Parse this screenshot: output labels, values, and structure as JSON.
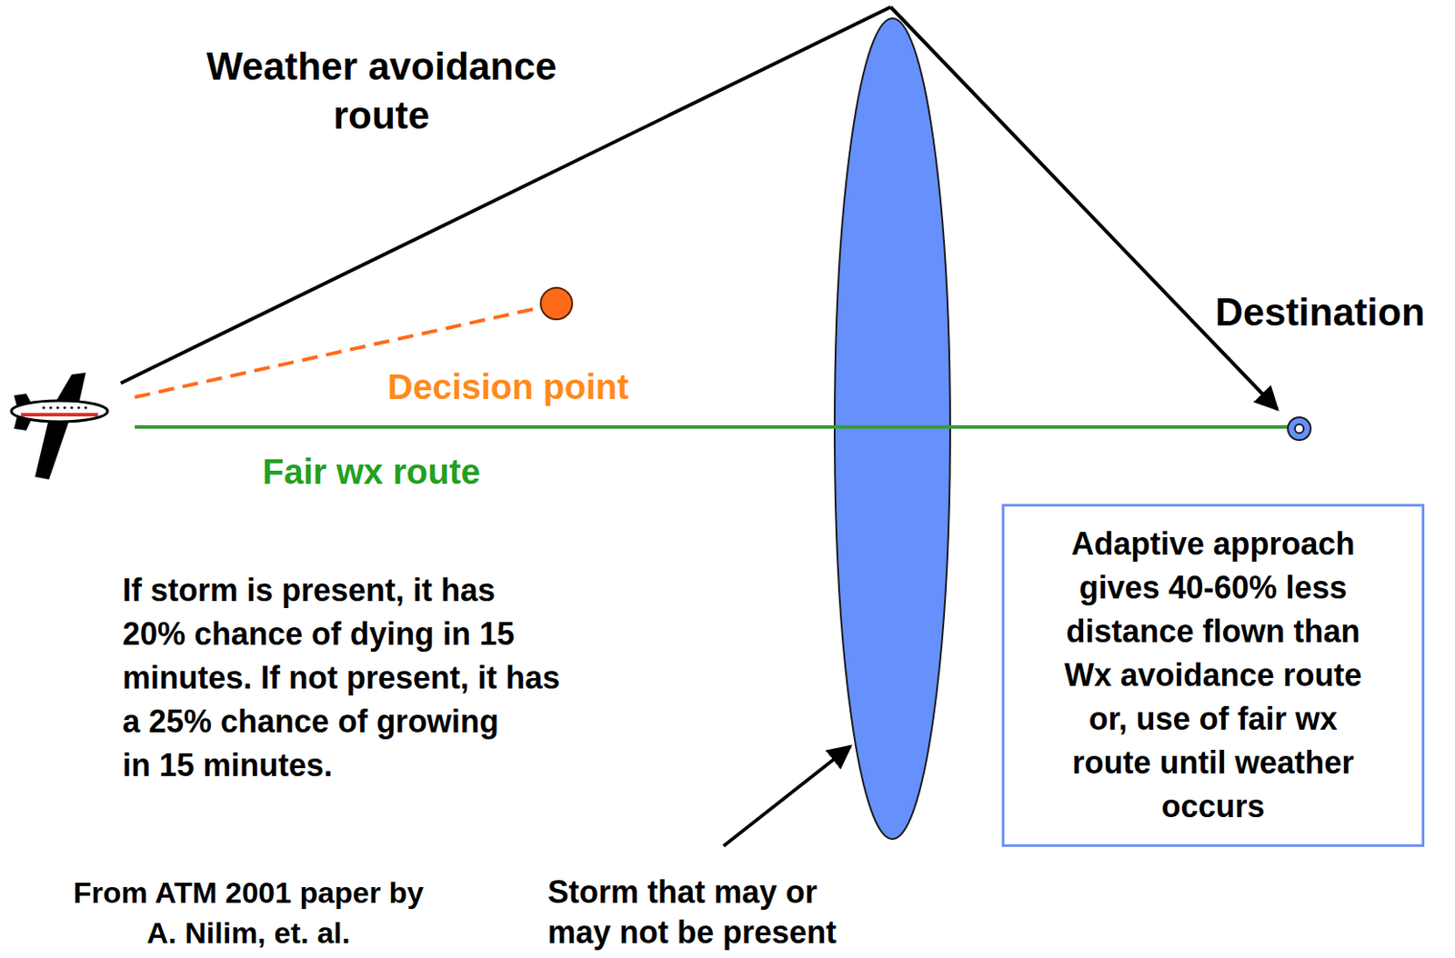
{
  "diagram": {
    "nodes": [
      {
        "text": [
          "Adaptive approach gives 40-60% less distance flown than Wx avoidance route or, use of fair wx route until weather occurs"
        ]
      }
    ],
    "labels": [
      "Weather avoidance route",
      "Decision point",
      "Fair wx route",
      "Destination",
      "If storm is present, it has 20% chance of dying in 15 minutes. If not present, it has a 25% chance of growing in 15 minutes.",
      "Storm that may or may not be present",
      "From ATM 2001 paper by A. Nilim, et. al."
    ]
  }
}
